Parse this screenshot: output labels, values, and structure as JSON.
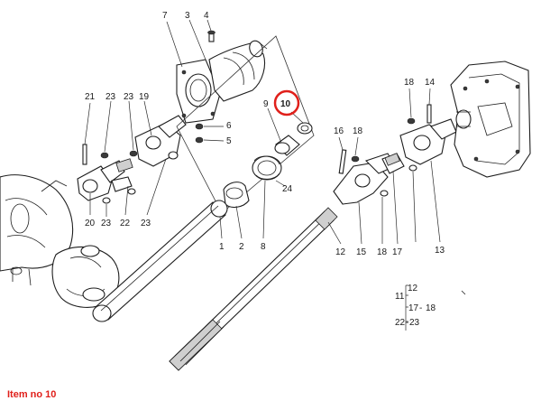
{
  "caption": "Item no 10",
  "highlight_color": "#e0201b",
  "labels": {
    "n7": "7",
    "n3": "3",
    "n4": "4",
    "n21": "21",
    "n23a": "23",
    "n23b": "23",
    "n19": "19",
    "n9": "9",
    "n10": "10",
    "n6": "6",
    "n5": "5",
    "n16": "16",
    "n18a": "18",
    "n18b": "18",
    "n14": "14",
    "n24": "24",
    "n20": "20",
    "n23c": "23",
    "n22": "22",
    "n23d": "23",
    "n1": "1",
    "n2": "2",
    "n8": "8",
    "n12": "12",
    "n15": "15",
    "n18c": "18",
    "n17": "17",
    "n13": "13"
  },
  "legend": {
    "l11": "11",
    "l12": "12",
    "l17": "17",
    "l18": "18",
    "l22": "22",
    "l23": "23",
    "dash1": "-",
    "dash2": "-"
  }
}
